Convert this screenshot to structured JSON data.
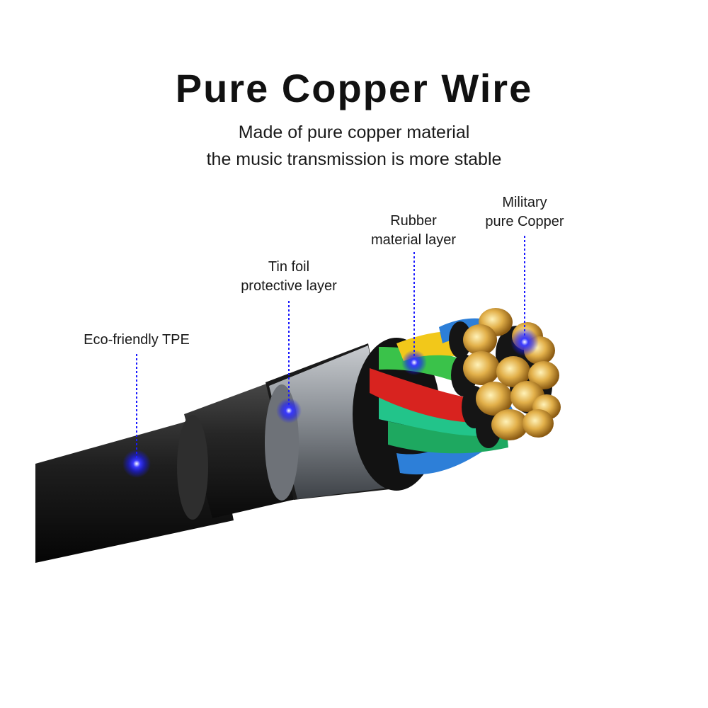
{
  "header": {
    "title": "Pure Copper Wire",
    "subtitle_line1": "Made of pure copper material",
    "subtitle_line2": "the music transmission is more stable"
  },
  "callouts": [
    {
      "name": "tpe",
      "lines": [
        "Eco-friendly TPE"
      ]
    },
    {
      "name": "tin-foil",
      "lines": [
        "Tin foil",
        "protective layer"
      ]
    },
    {
      "name": "rubber",
      "lines": [
        "Rubber",
        "material layer"
      ]
    },
    {
      "name": "copper",
      "lines": [
        "Military",
        "pure Copper"
      ]
    }
  ],
  "colors": {
    "marker": "#1a1aff",
    "jacket": "#1c1c1c",
    "foil": "#8c9096",
    "copper": "#d9a441",
    "wire_colors": [
      "#2d7fd8",
      "#f2c81a",
      "#3ac24a",
      "#d8231f",
      "#22c48a",
      "#1ea860"
    ]
  }
}
